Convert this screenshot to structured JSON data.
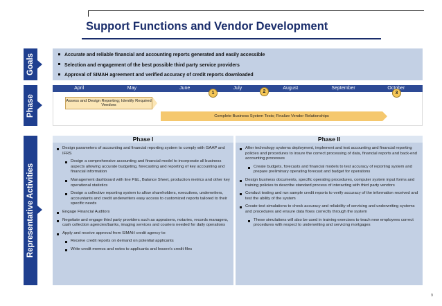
{
  "title": "Support Functions and Vendor Development",
  "tabs": {
    "goals": "Goals",
    "phase": "Phase",
    "activities": "Representative Activities"
  },
  "goals": [
    "Accurate and reliable financial and accounting reports generated and easily accessible",
    "Selection and engagement of the best possible third party service providers",
    "Approval of SIMAH agreement and verified accuracy of credit reports downloaded"
  ],
  "months": [
    "April",
    "May",
    "June",
    "July",
    "August",
    "September",
    "October"
  ],
  "timeline": {
    "assess": "Assess and Design Reporting; Identify Required Vendors",
    "complete": "Complete Business System Tests; Finalize Vendor Relationships",
    "milestones": [
      "1",
      "2",
      "3"
    ]
  },
  "phase1": {
    "title": "Phase I",
    "items": [
      {
        "level": 1,
        "text": "Design parameters of accounting and financial reporting system to comply with GAAP and IFRS"
      },
      {
        "level": 2,
        "text": "Design a comprehensive accounting and financial model to incorporate all business aspects allowing accurate budgeting, forecasting and reporting of key accounting and financial information"
      },
      {
        "level": 2,
        "text": "Management dashboard with line P&L, Balance Sheet, production metrics and other key operational statistics"
      },
      {
        "level": 2,
        "text": "Design a collective reporting system to allow shareholders, executives, underwriters, accountants and credit underwriters easy access to customized reports tailored to their specific needs"
      },
      {
        "level": 1,
        "text": "Engage Financial Auditors"
      },
      {
        "level": 1,
        "text": "Negotiate and engage third party providers such as appraisers, notaries, records managers, cash collection agencies/banks, imaging services and couriers needed for daily operations"
      },
      {
        "level": 1,
        "text": "Apply and receive approval from SIMAH credit agency to:"
      },
      {
        "level": 2,
        "text": "Receive credit reports on demand on potential applicants"
      },
      {
        "level": 2,
        "text": "Write credit memos and notes to applicants and lessee's credit files"
      }
    ]
  },
  "phase2": {
    "title": "Phase II",
    "items": [
      {
        "level": 1,
        "text": "After technology systems deployment, implement and test accounting and financial reporting policies and procedures to insure the correct processing of data, financial reports and back-end accounting processes"
      },
      {
        "level": 2,
        "text": "Create budgets, forecasts and financial models to test accuracy of reporting system and prepare preliminary operating forecast and budget for operations"
      },
      {
        "level": 1,
        "text": "Design business documents, specific operating procedures, computer system input forms and training policies to describe standard process of interacting with third party vendors"
      },
      {
        "level": 1,
        "text": "Conduct testing and run sample credit reports to verify accuracy of the information received and test the ability of the system"
      },
      {
        "level": 1,
        "text": "Create test simulations to check accuracy and reliability of servicing and underwriting systems and procedures and ensure data flows correctly through the system"
      },
      {
        "level": 2,
        "text": "These simulations will also be used in training exercises to teach new employees correct procedures with respect to underwriting and servicing mortgages"
      }
    ]
  },
  "page_number": "9",
  "colors": {
    "navy": "#1f3f8f",
    "panel": "#c3d0e4",
    "arrow": "#f5c86e"
  }
}
